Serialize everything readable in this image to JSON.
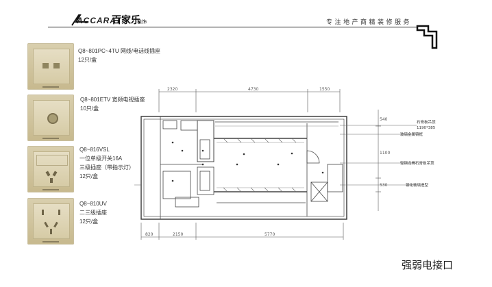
{
  "header": {
    "logo_text": "ACCARAT",
    "logo_cn": "百家乐",
    "logo_sub": "装饰",
    "tagline": "专注地产商精装修服务"
  },
  "products": [
    {
      "lines": [
        "Q8~801PC~4TU 网线/电话线插座",
        "12只/盒"
      ]
    },
    {
      "lines": [
        "Q8~801ETV 宽频电视插座",
        "10只/盒"
      ]
    },
    {
      "lines": [
        "Q8~816VSL",
        "一位单级开关16A",
        "三级插座（带指示灯）",
        "12只/盒"
      ]
    },
    {
      "lines": [
        "Q8~810UV",
        "二三级插座",
        "12只/盒"
      ]
    }
  ],
  "plan": {
    "top_dims": [
      "2320",
      "4730",
      "1550"
    ],
    "bottom_dims": [
      "820",
      "2150",
      "5770"
    ],
    "right_dims": [
      "540",
      "1100",
      "530"
    ],
    "labels": [
      "石膏板吊顶",
      "玻璃金属镜框",
      "轻钢龙骨石膏板吊顶",
      "钢化玻璃造型"
    ],
    "note_dim": "1190*385"
  },
  "footer": {
    "title": "强弱电接口"
  }
}
